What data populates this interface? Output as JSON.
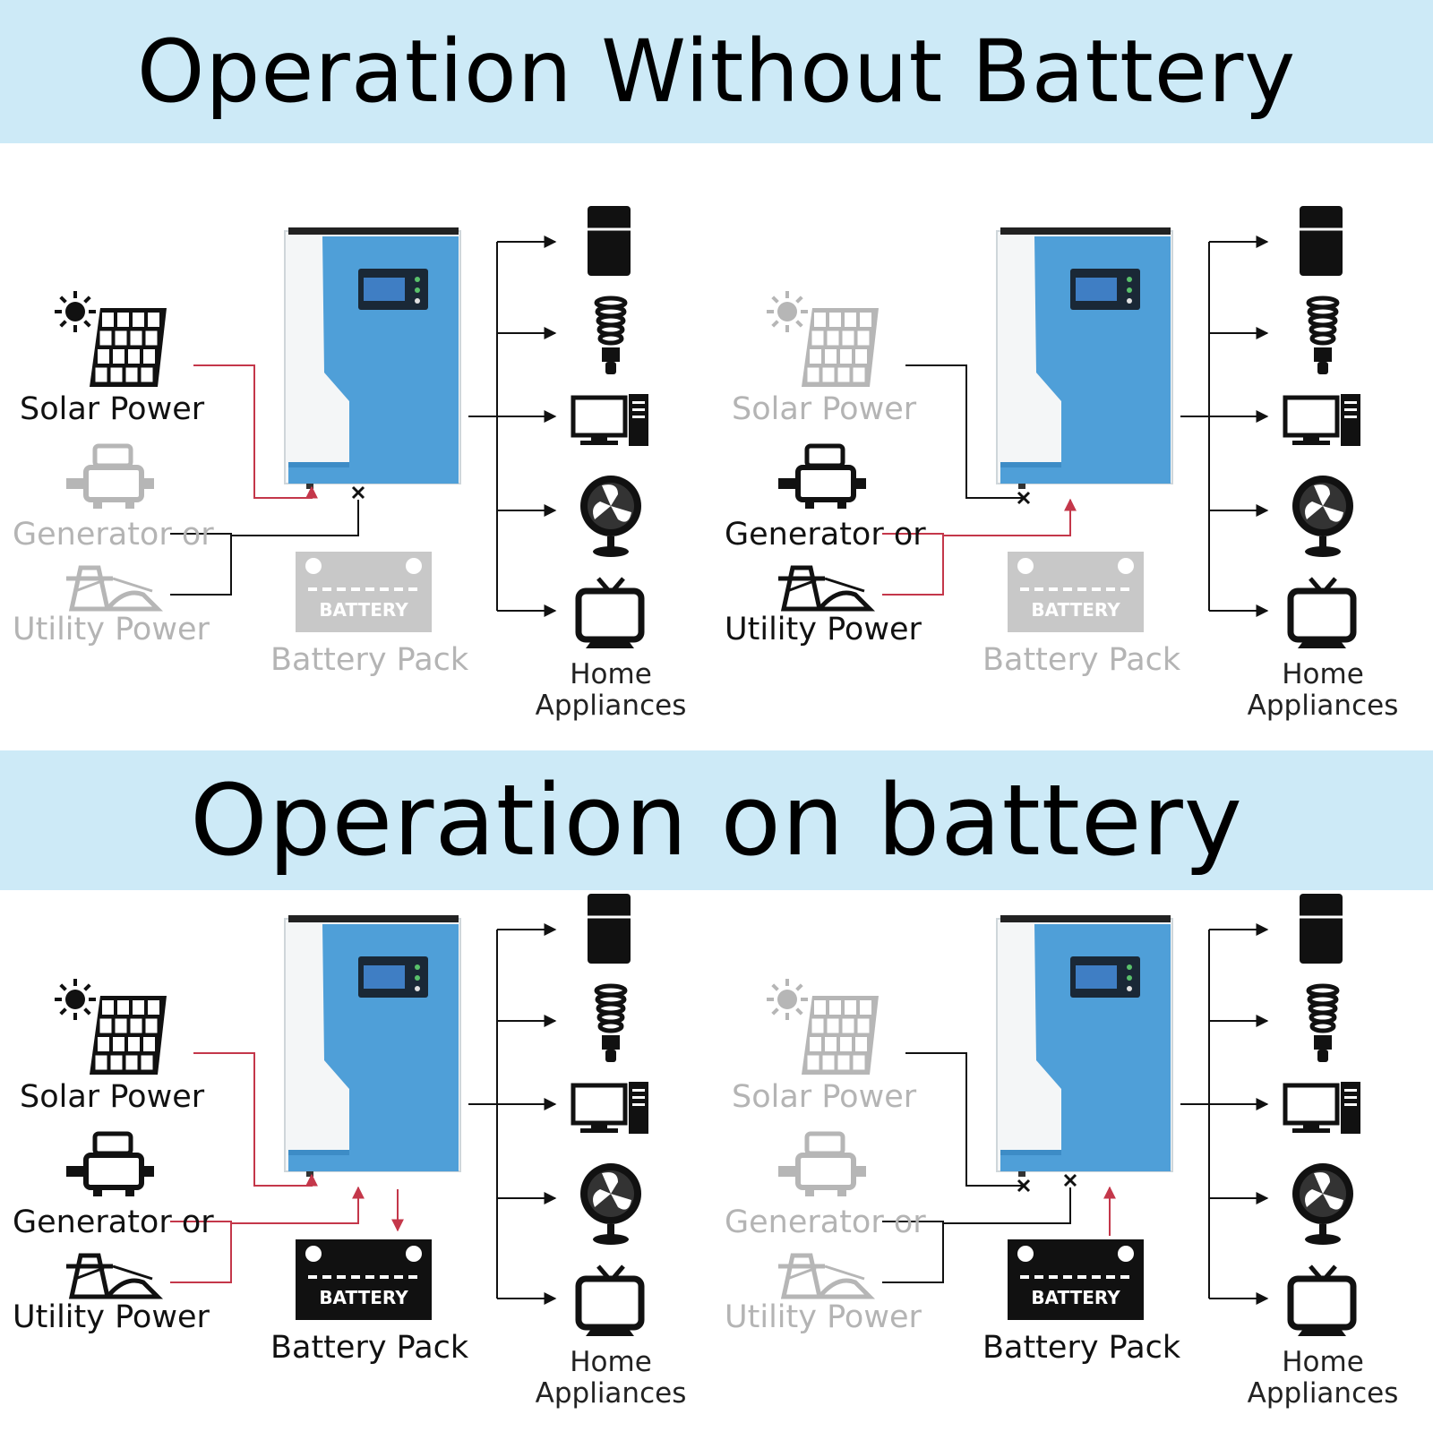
{
  "sections": {
    "without_battery": {
      "title": "Operation Without Battery"
    },
    "on_battery": {
      "title": "Operation on battery"
    }
  },
  "labels": {
    "solar": "Solar Power",
    "generator": "Generator or",
    "utility": "Utility Power",
    "battery_pack": "Battery Pack",
    "home_line1": "Home",
    "home_line2": "Appliances",
    "battery_text": "BATTERY"
  },
  "colors": {
    "band": "#cdeaf7",
    "inverter_blue": "#4f9fd8",
    "active_line": "#c4374a",
    "inactive_line": "#111111",
    "inactive_text": "#b4b4b4"
  },
  "panels": [
    {
      "id": "panel-tl",
      "section": "without_battery",
      "active_source": "solar",
      "solar": "active",
      "generator_utility": "inactive",
      "battery": "inactive"
    },
    {
      "id": "panel-tr",
      "section": "without_battery",
      "active_source": "utility",
      "solar": "inactive",
      "generator_utility": "active",
      "battery": "inactive"
    },
    {
      "id": "panel-bl",
      "section": "on_battery",
      "active_source": "solar + utility charging battery",
      "solar": "active",
      "generator_utility": "active",
      "battery": "charging"
    },
    {
      "id": "panel-br",
      "section": "on_battery",
      "active_source": "battery",
      "solar": "inactive",
      "generator_utility": "inactive",
      "battery": "discharging"
    }
  ],
  "appliance_icons": [
    "fridge-icon",
    "bulb-icon",
    "computer-icon",
    "fan-icon",
    "tv-icon"
  ]
}
